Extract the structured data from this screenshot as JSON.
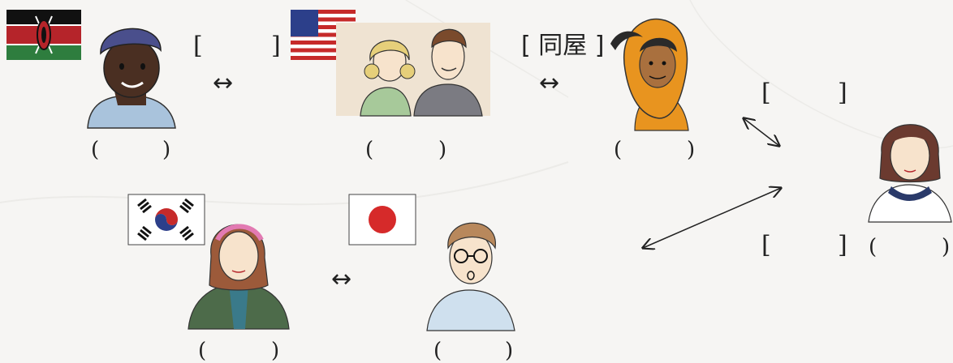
{
  "relation_label": "[ 同屋 ]",
  "blank_bracket_open": "[",
  "blank_bracket_close": "]",
  "paren_open": "(",
  "paren_close": ")",
  "arrow_symbol": "↔",
  "people": [
    {
      "flag": "kenya-flag",
      "figure": "man-with-beanie"
    },
    {
      "flag": "usa-flag",
      "figure": "couple"
    },
    {
      "flag": "",
      "figure": "woman-with-orange-hood"
    },
    {
      "flag": "",
      "figure": "woman-with-bob-hair"
    },
    {
      "flag": "korea-flag",
      "figure": "woman-with-headband"
    },
    {
      "flag": "japan-flag",
      "figure": "man-with-glasses"
    }
  ],
  "colors": {
    "ink": "#222222",
    "hood": "#e8941f",
    "jacket": "#4d6b4a",
    "beanie": "#4a4f8c",
    "kenya_red": "#b5242a",
    "kenya_green": "#2e7d3e"
  }
}
